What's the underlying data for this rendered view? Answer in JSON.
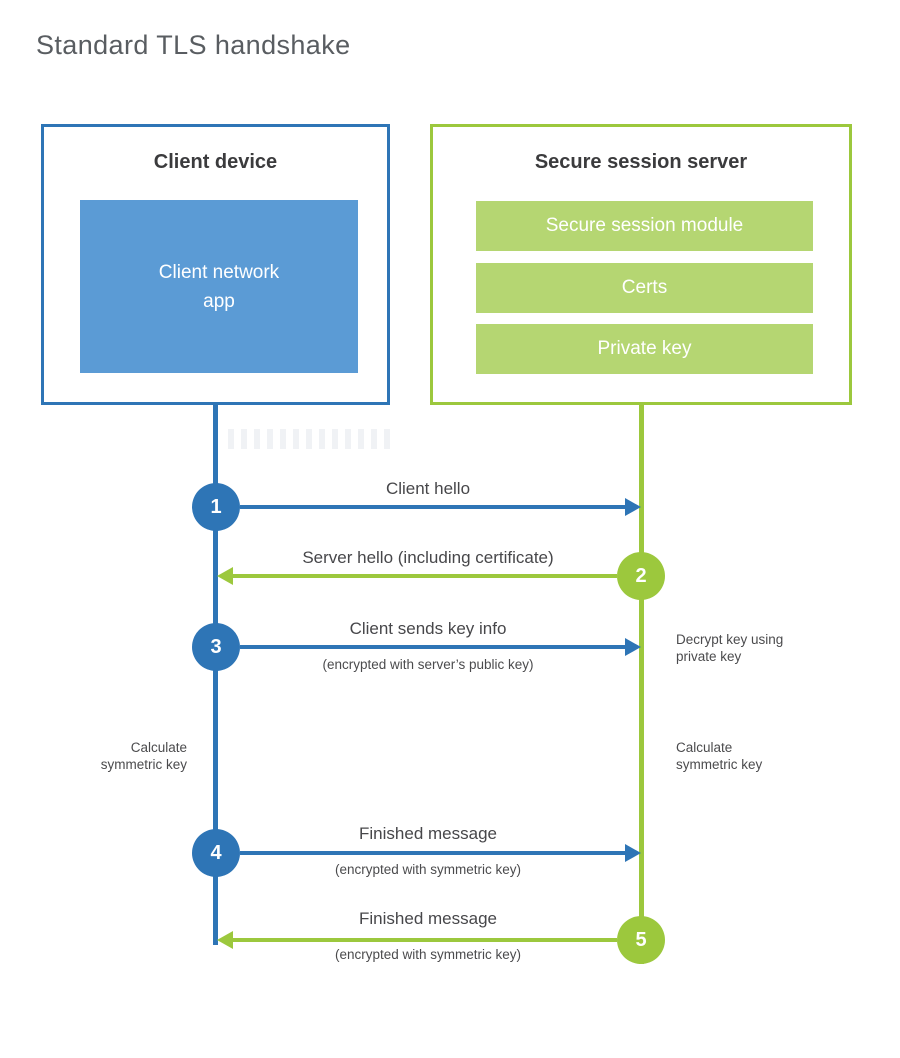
{
  "title": "Standard TLS handshake",
  "colors": {
    "blue_line": "#2e75b6",
    "blue_fill": "#5b9bd5",
    "green_line": "#9cc83d",
    "green_fill": "#b5d672",
    "heading_text": "#3b3b3d",
    "label_text": "#47474a",
    "title_text": "#595d61"
  },
  "client": {
    "title": "Client device",
    "app_label": "Client network\napp"
  },
  "server": {
    "title": "Secure session server",
    "modules": [
      "Secure session module",
      "Certs",
      "Private key"
    ]
  },
  "steps": [
    {
      "num": "1",
      "actor": "client",
      "direction": "right",
      "label": "Client hello",
      "sublabel": ""
    },
    {
      "num": "2",
      "actor": "server",
      "direction": "left",
      "label": "Server hello (including certificate)",
      "sublabel": ""
    },
    {
      "num": "3",
      "actor": "client",
      "direction": "right",
      "label": "Client sends key info",
      "sublabel": "(encrypted with server’s public key)"
    },
    {
      "num": "4",
      "actor": "client",
      "direction": "right",
      "label": "Finished message",
      "sublabel": "(encrypted with symmetric key)"
    },
    {
      "num": "5",
      "actor": "server",
      "direction": "left",
      "label": "Finished message",
      "sublabel": "(encrypted with symmetric key)"
    }
  ],
  "annotations": [
    {
      "side": "right",
      "text": "Decrypt key using\nprivate key"
    },
    {
      "side": "left",
      "text": "Calculate\nsymmetric key"
    },
    {
      "side": "right",
      "text": "Calculate\nsymmetric key"
    }
  ]
}
